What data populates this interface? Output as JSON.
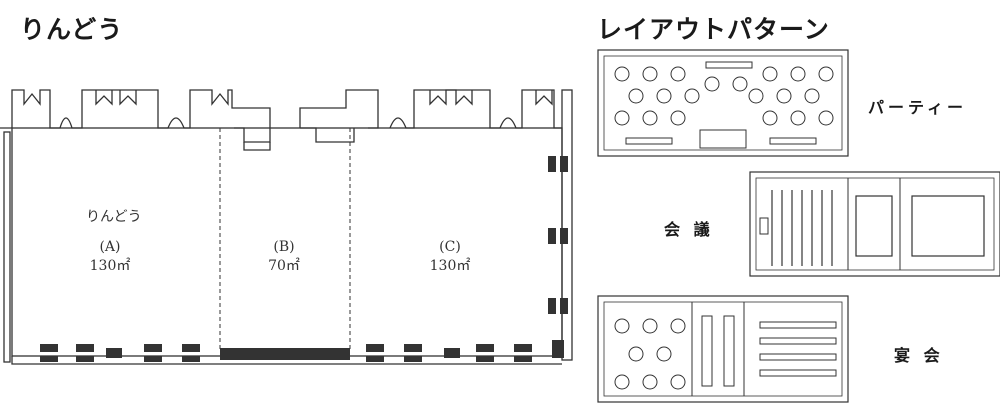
{
  "floor_title": "りんどう",
  "layout_title": "レイアウトパターン",
  "room_name": "りんどう",
  "sections": [
    {
      "id": "(A)",
      "area": "130㎡"
    },
    {
      "id": "(B)",
      "area": "70㎡"
    },
    {
      "id": "(C)",
      "area": "130㎡"
    }
  ],
  "layouts": [
    {
      "name": "パーティー"
    },
    {
      "name": "会 議"
    },
    {
      "name": "宴 会"
    }
  ]
}
